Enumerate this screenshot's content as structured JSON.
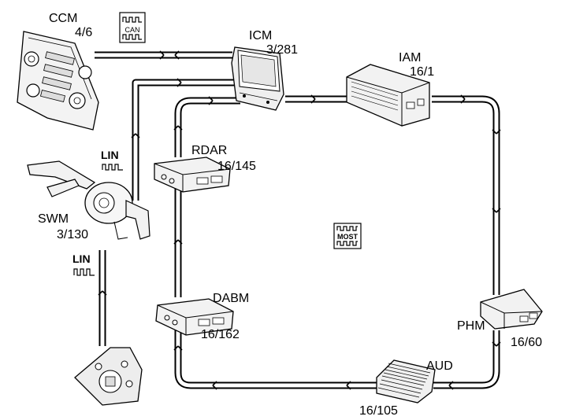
{
  "modules": {
    "ccm": {
      "name": "CCM",
      "code": "4/6"
    },
    "icm": {
      "name": "ICM",
      "code": "3/281"
    },
    "iam": {
      "name": "IAM",
      "code": "16/1"
    },
    "rdar": {
      "name": "RDAR",
      "code": "16/145"
    },
    "swm": {
      "name": "SWM",
      "code": "3/130"
    },
    "dabm": {
      "name": "DABM",
      "code": "16/162"
    },
    "phm": {
      "name": "PHM",
      "code": "16/60"
    },
    "aud": {
      "name": "AUD",
      "code": "16/105"
    }
  },
  "bus_badges": {
    "can": "CAN",
    "most": "MOST",
    "lin_upper": "LIN",
    "lin_lower": "LIN"
  }
}
